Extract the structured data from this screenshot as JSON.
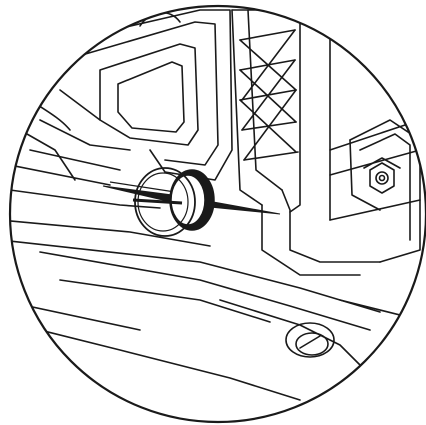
{
  "diagram": {
    "kind": "technical line-art detail view",
    "colors": {
      "background": "#ffffff",
      "line": "#1a1a1a",
      "fill_dark": "#1a1a1a",
      "fill_light": "#ffffff"
    },
    "parts": [
      {
        "name": "detail-circle-frame"
      },
      {
        "name": "molded-panel-frame"
      },
      {
        "name": "lattice-rib-structure"
      },
      {
        "name": "plug-grommet"
      },
      {
        "name": "pointer-lines"
      },
      {
        "name": "hex-bolt"
      },
      {
        "name": "bracket-tab"
      },
      {
        "name": "drain-hole"
      }
    ]
  }
}
